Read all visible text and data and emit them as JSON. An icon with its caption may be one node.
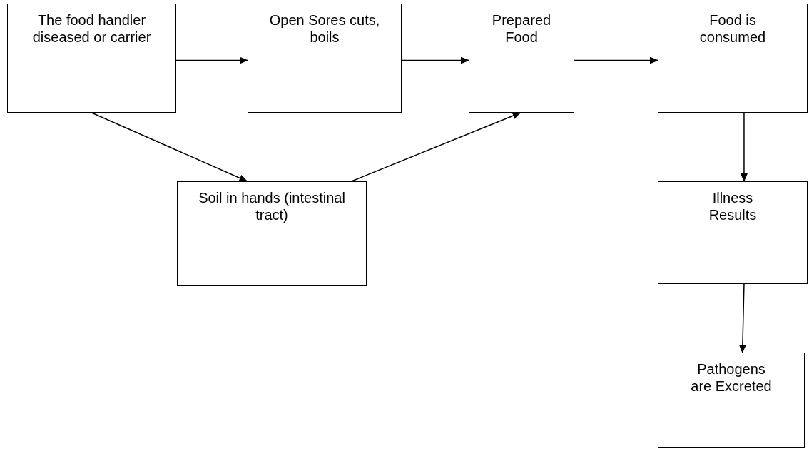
{
  "diagram": {
    "nodes": [
      {
        "text": [
          "The food handler diseased or carrier"
        ]
      },
      {
        "text": [
          "Open Sores cuts, boils"
        ]
      },
      {
        "text": [
          "Prepared Food"
        ]
      },
      {
        "text": [
          "Food is consumed"
        ]
      },
      {
        "text": [
          "Soil in hands (intestinal tract)"
        ]
      },
      {
        "text": [
          "Illness Results"
        ]
      },
      {
        "text": [
          "Pathogens are Excreted"
        ]
      }
    ],
    "edges": [
      {
        "from": 0,
        "to": 1,
        "arrow": "to"
      },
      {
        "from": 1,
        "to": 2,
        "arrow": "to"
      },
      {
        "from": 2,
        "to": 3,
        "arrow": "to"
      },
      {
        "from": 0,
        "to": 4,
        "arrow": "to"
      },
      {
        "from": 4,
        "to": 2,
        "arrow": "to"
      },
      {
        "from": 3,
        "to": 5,
        "arrow": "to"
      },
      {
        "from": 5,
        "to": 6,
        "arrow": "to"
      }
    ]
  }
}
